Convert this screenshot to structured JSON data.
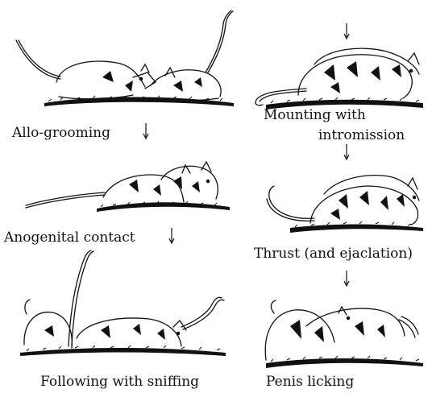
{
  "left_column": [
    {
      "label": "Allo-grooming"
    },
    {
      "label": "Anogenital contact"
    },
    {
      "label": "Following with sniffing"
    }
  ],
  "right_column": [
    {
      "label_line1": "Mounting with",
      "label_line2": "intromission"
    },
    {
      "label": "Thrust (and ejaclation)"
    },
    {
      "label": "Penis licking"
    }
  ],
  "style": {
    "ink": "#111111",
    "background": "#ffffff"
  }
}
